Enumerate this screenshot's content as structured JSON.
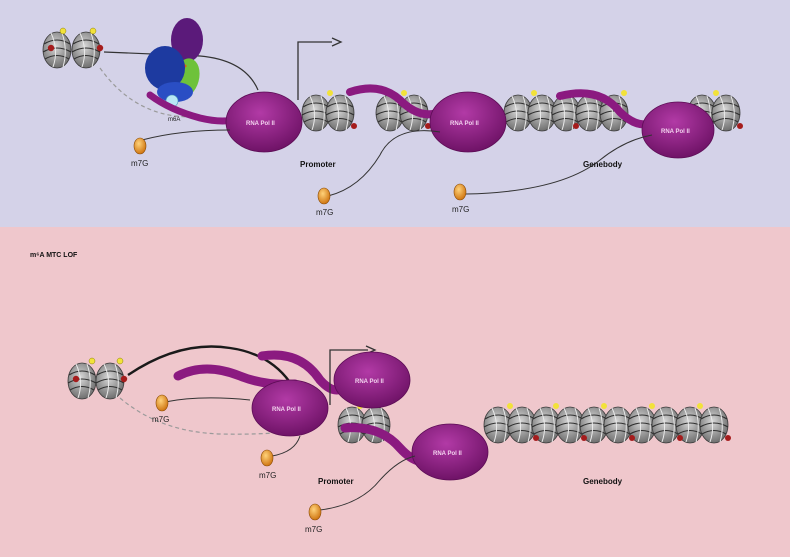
{
  "colors": {
    "top_panel_bg": "#d4d2e8",
    "bottom_panel_bg": "#efc7cc",
    "pol_fill": "#8b1a80",
    "pol_dark": "#6a1062",
    "cap_fill": "#e69a1e",
    "nucleosome": "#8c8c8c",
    "mark_red": "#a51c1c",
    "mark_yellow": "#f2e23a"
  },
  "top_panel": {
    "promoter_label": "Promoter",
    "genebody_label": "Genebody",
    "pol_labels": [
      "RNA Pol II",
      "RNA Pol II",
      "RNA Pol II"
    ],
    "cap_labels": [
      "m7G",
      "m7G",
      "m7G"
    ],
    "complex_label": "m6A"
  },
  "bottom_panel": {
    "title": "m⁶A MTC LOF",
    "promoter_label": "Promoter",
    "genebody_label": "Genebody",
    "pol_labels": [
      "RNA Pol II",
      "RNA Pol II",
      "RNA Pol II"
    ],
    "cap_labels": [
      "m7G",
      "m7G",
      "m7G"
    ]
  }
}
